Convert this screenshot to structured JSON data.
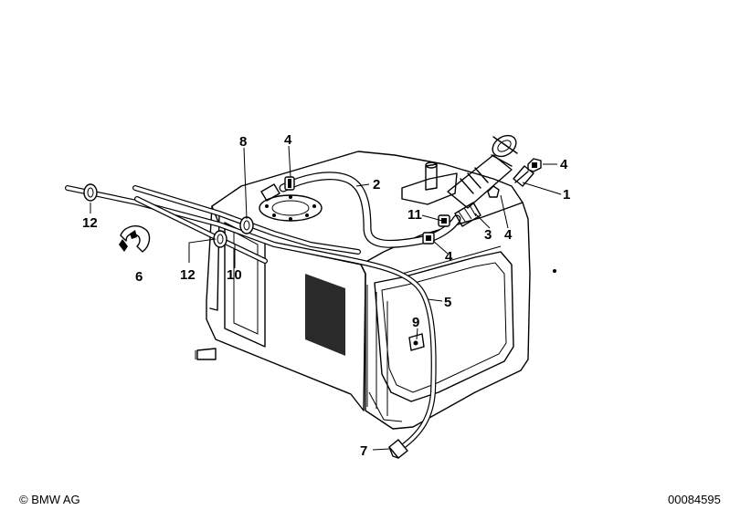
{
  "callouts": [
    {
      "id": "c8a",
      "text": "8"
    },
    {
      "id": "c4a",
      "text": "4"
    },
    {
      "id": "c2",
      "text": "2"
    },
    {
      "id": "c4b",
      "text": "4"
    },
    {
      "id": "c1",
      "text": "1"
    },
    {
      "id": "c11",
      "text": "11"
    },
    {
      "id": "c3",
      "text": "3"
    },
    {
      "id": "c4c",
      "text": "4"
    },
    {
      "id": "c4d",
      "text": "4"
    },
    {
      "id": "c12a",
      "text": "12"
    },
    {
      "id": "c6",
      "text": "6"
    },
    {
      "id": "c12b",
      "text": "12"
    },
    {
      "id": "c10",
      "text": "10"
    },
    {
      "id": "c5",
      "text": "5"
    },
    {
      "id": "c9",
      "text": "9"
    },
    {
      "id": "c7",
      "text": "7"
    }
  ],
  "footer": {
    "copyright": "© BMW AG",
    "diagram_number": "00084595"
  },
  "colors": {
    "ink": "#000000",
    "paper": "#ffffff"
  }
}
